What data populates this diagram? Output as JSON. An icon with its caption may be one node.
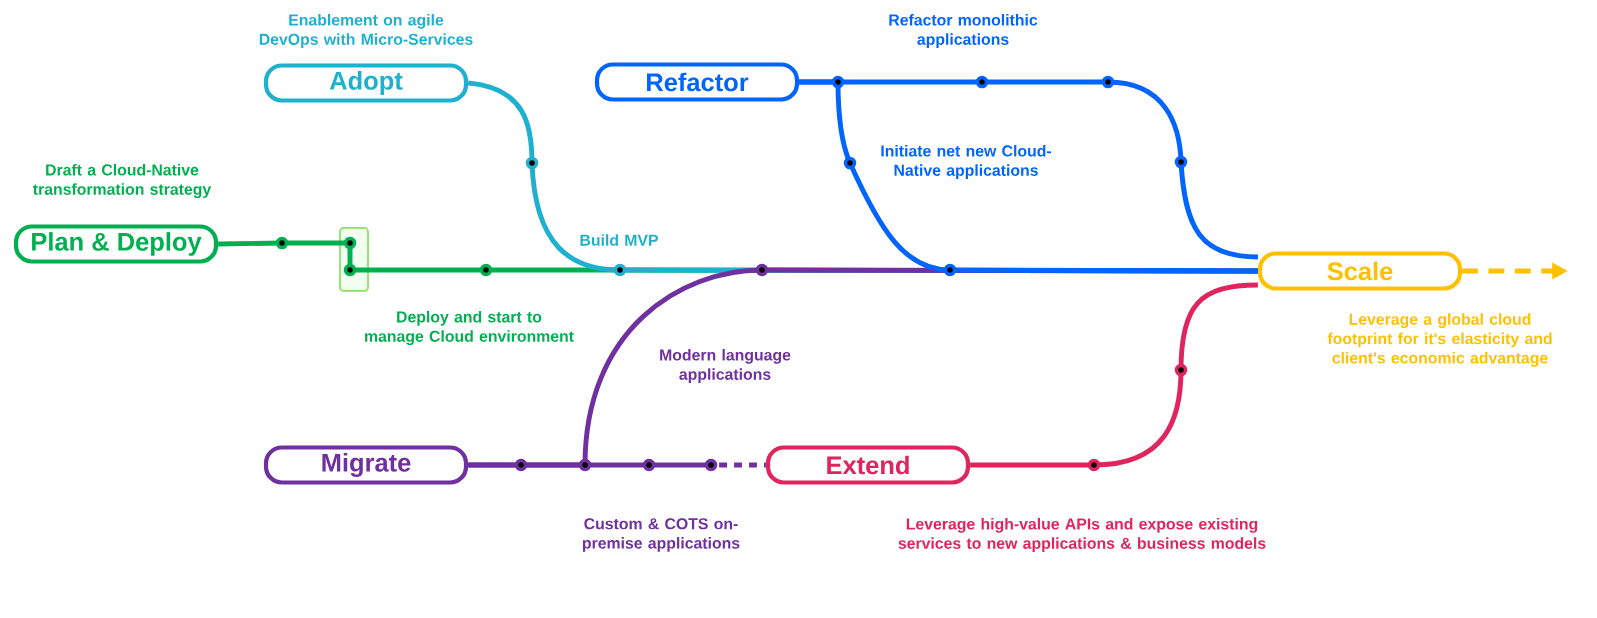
{
  "diagram": {
    "nodes": [
      {
        "text": [
          "Plan & Deploy"
        ],
        "beside": [
          "Draft a Cloud-Native transformation strategy"
        ]
      },
      {
        "text": [
          "Adopt"
        ],
        "beside": [
          "Enablement on agile DevOps with Micro-Services"
        ]
      },
      {
        "text": [
          "Refactor"
        ]
      },
      {
        "text": [
          "Migrate"
        ]
      },
      {
        "text": [
          "Extend"
        ],
        "beside": [
          "Leverage high-value APIs and expose existing services to new applications & business models"
        ]
      },
      {
        "text": [
          "Scale"
        ],
        "beside": [
          "Leverage a global cloud footprint for it's elasticity and client's economic advantage"
        ]
      }
    ],
    "edges": [
      {
        "from": 0,
        "to": 5,
        "arrow": "none",
        "color": "#00b050",
        "label": "Deploy and start to manage Cloud environment"
      },
      {
        "from": 1,
        "to": 5,
        "arrow": "none",
        "color": "#1fb0d0",
        "label": "Build MVP"
      },
      {
        "from": 2,
        "to": 5,
        "arrow": "none",
        "color": "#0064ff"
      },
      {
        "from": 2,
        "to": 5,
        "arrow": "none",
        "color": "#0064ff",
        "label": "Initiate net new Cloud-Native applications"
      },
      {
        "from": 3,
        "to": 5,
        "arrow": "none",
        "color": "#7030a0",
        "label": "Modern language applications"
      },
      {
        "from": 3,
        "to": 4,
        "arrow": "none",
        "color": "#7030a0",
        "style": "dashed"
      },
      {
        "from": 4,
        "to": 5,
        "arrow": "none",
        "color": "#e0245e"
      },
      {
        "from": 5,
        "to": null,
        "arrow": "to",
        "color": "#ffc000",
        "style": "dashed"
      }
    ],
    "labels": [
      "Refactor monolithic applications",
      "Custom & COTS on-premise applications"
    ]
  }
}
